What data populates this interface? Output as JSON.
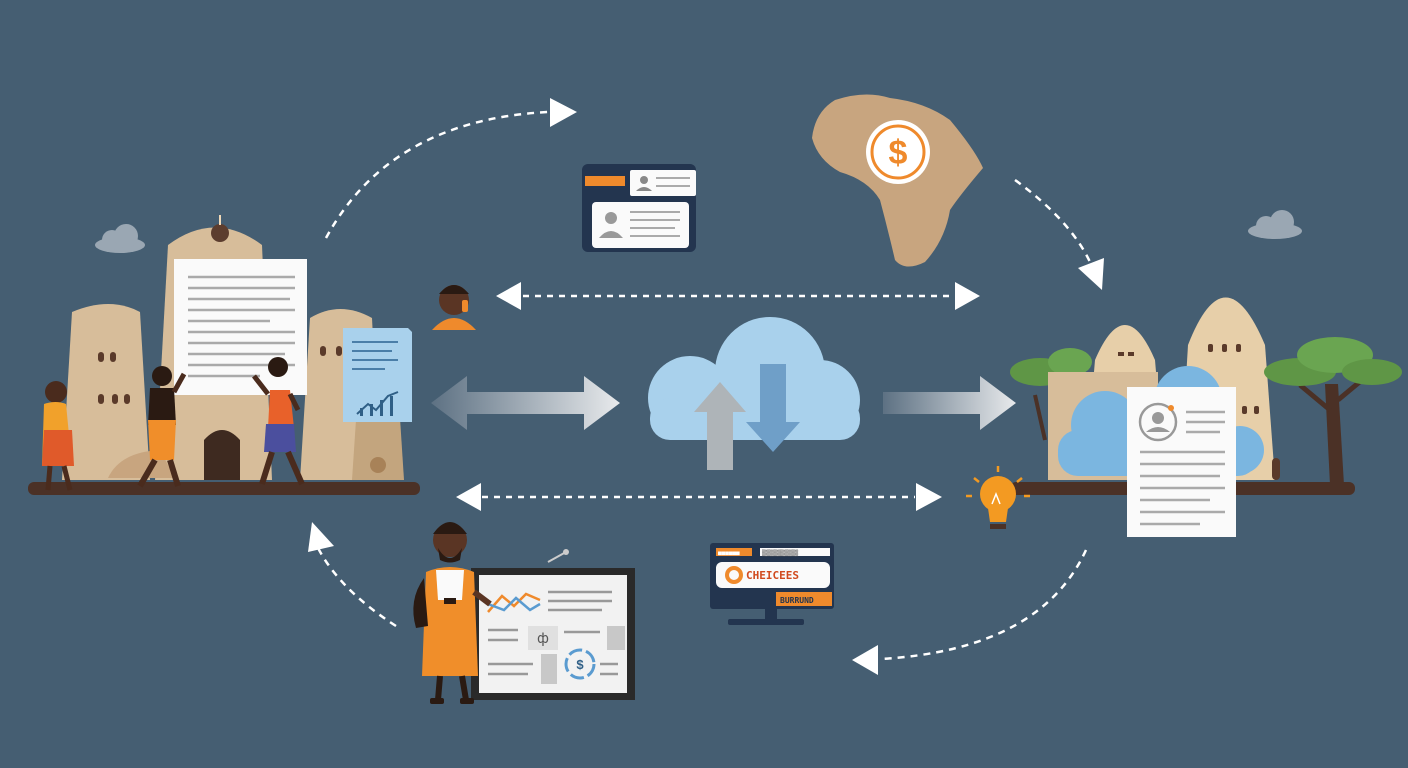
{
  "colors": {
    "background": "#455e72",
    "building": "#d7bd9a",
    "building_shadow": "#c3a57e",
    "ground": "#4b3126",
    "cloud_main": "#a9d1ec",
    "cloud_blue": "#7bb6e0",
    "arrow_grey": "#a4abb2",
    "accent_orange": "#ef8a2c",
    "accent_navy": "#23354f",
    "paper": "#fafafa",
    "paper_line": "#aaaaaa",
    "tree_green": "#5f9646",
    "map_tan": "#c8a57f",
    "skin": "#5a3524"
  },
  "icons": {
    "currency": "dollar-icon",
    "profile": "user-icon",
    "idea": "lightbulb-icon",
    "sync": "cloud-upload-download-icon",
    "chart": "line-chart-icon"
  },
  "monitor_widget": {
    "tag": "■■■■■■",
    "header": "▒▒▒▒▒▒▒▒▒▒",
    "row": "CHEICEES",
    "footer": "BURRUND"
  },
  "presentation": {
    "dollar_symbol": "$",
    "glyph": "ф"
  },
  "africa_map": {
    "dollar_symbol": "$"
  }
}
